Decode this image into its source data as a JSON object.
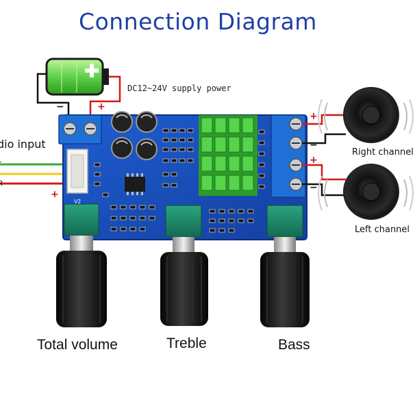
{
  "title": "Connection Diagram",
  "power": {
    "label": "DC12~24V supply power",
    "minus": "−",
    "plus": "+"
  },
  "audio_input": {
    "label": "dio input",
    "left_letter": "L",
    "right_letter": "R",
    "plus_sign": "+"
  },
  "board": {
    "mark": "V2"
  },
  "outputs": {
    "right_label": "Right channel",
    "left_label": "Left channel",
    "plus": "+",
    "minus": "−"
  },
  "knobs": {
    "volume": "Total volume",
    "treble": "Treble",
    "bass": "Bass"
  },
  "colors": {
    "title": "#1f3fa6",
    "pcb": "#1a4fc0",
    "terminal": "#1f6fd6",
    "heatsink": "#3fc03c",
    "pot": "#1e8a6a",
    "knob": "#161616",
    "wire_red": "#d41717",
    "wire_green": "#3aa837",
    "wire_yellow": "#f2c91a",
    "battery": "#5fd14a"
  }
}
